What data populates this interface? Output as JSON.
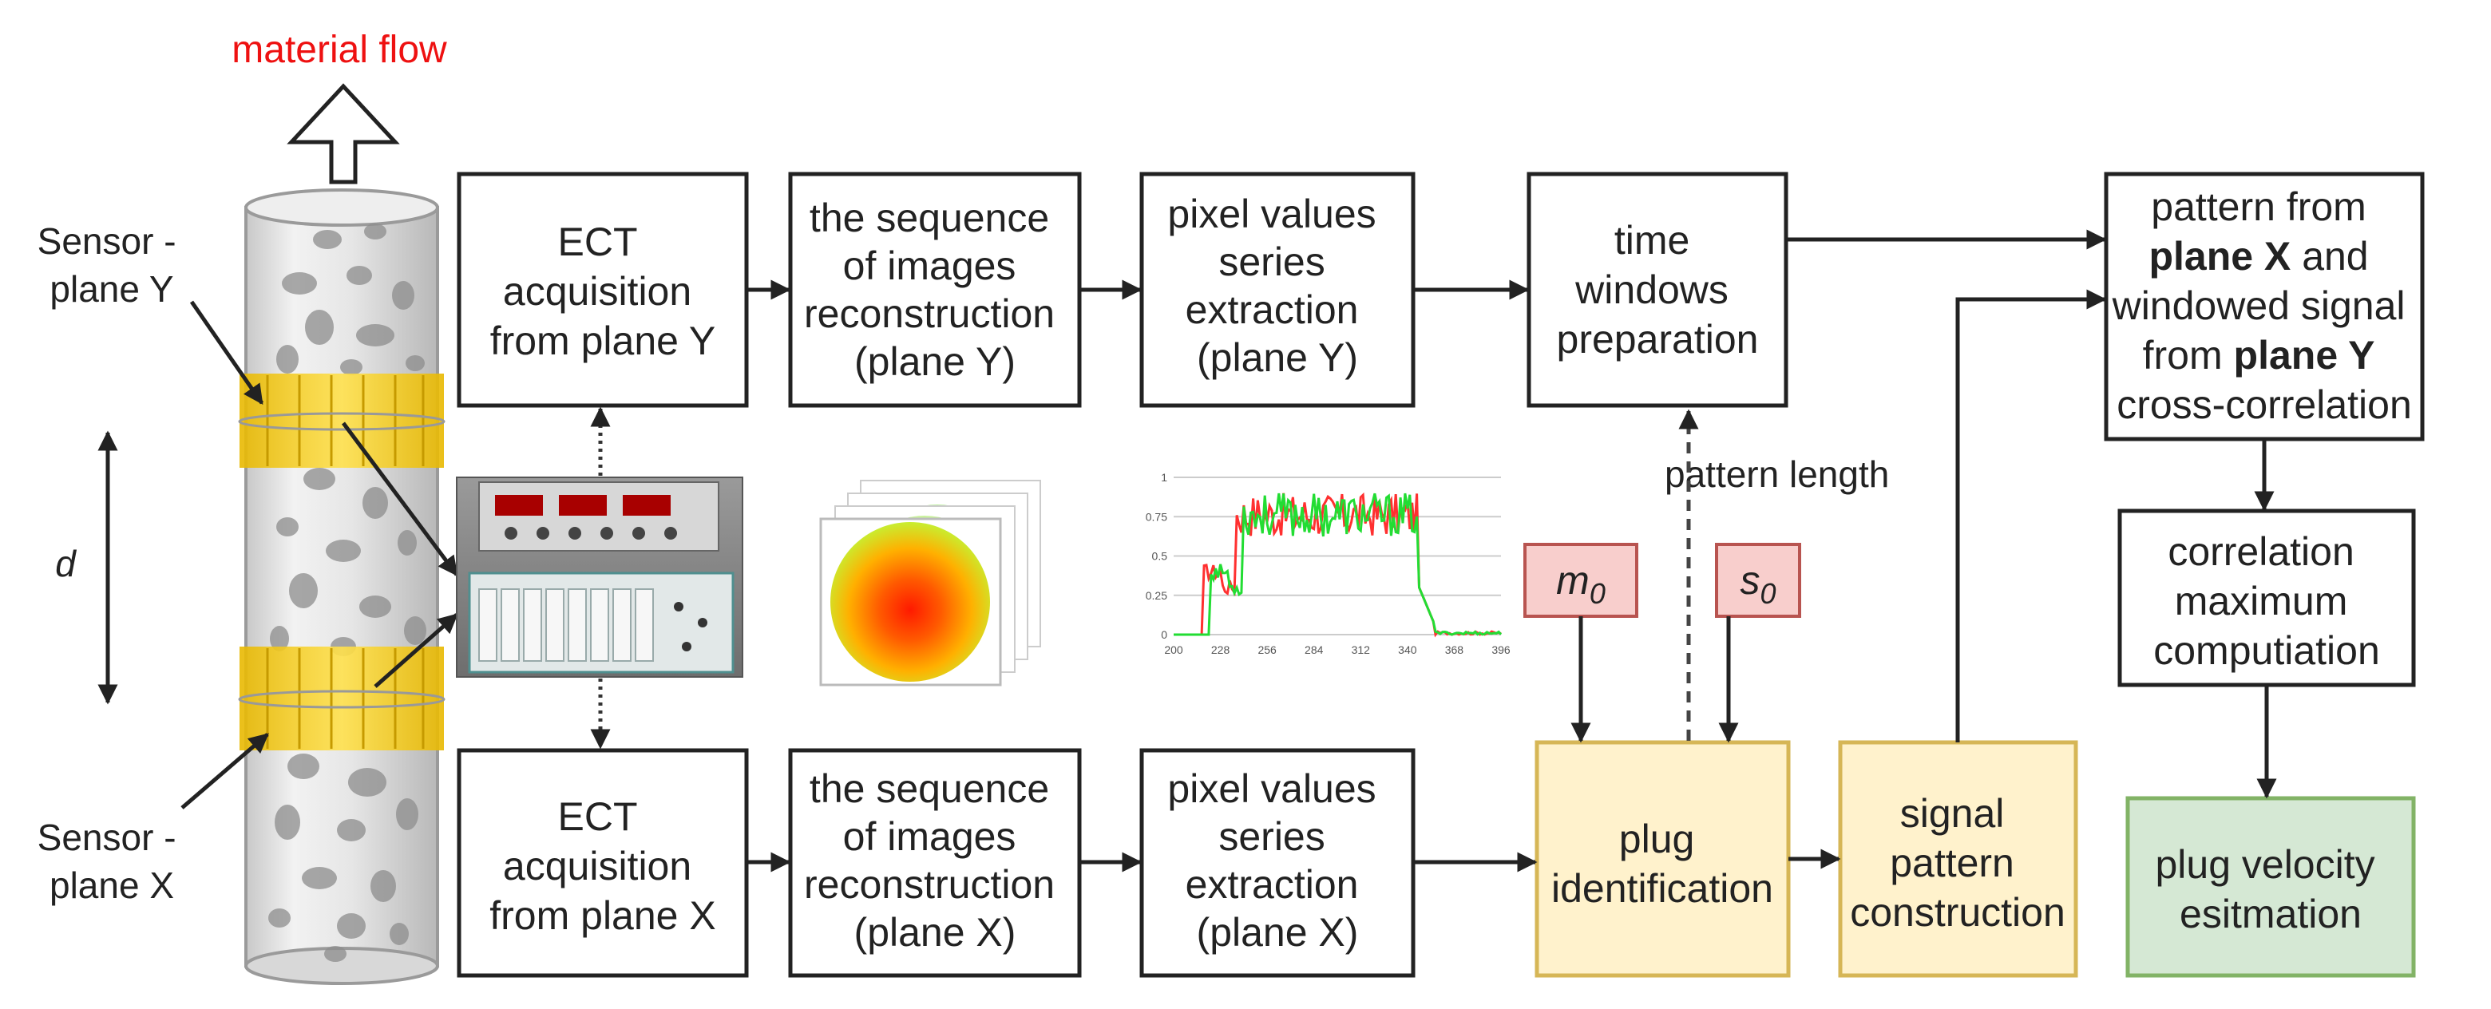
{
  "labels": {
    "material_flow": "material flow",
    "sensor_y_line1": "Sensor -",
    "sensor_y_line2": "plane Y",
    "sensor_x_line1": "Sensor -",
    "sensor_x_line2": "plane X",
    "distance": "d",
    "pattern_length": "pattern length"
  },
  "params": {
    "m0_base": "m",
    "m0_sub": "0",
    "s0_base": "s",
    "s0_sub": "0"
  },
  "nodes": {
    "ect_y": [
      "ECT",
      "acquisition",
      "from plane Y"
    ],
    "recon_y": [
      "the sequence",
      "of images",
      "reconstruction",
      "(plane Y)"
    ],
    "pixel_y": [
      "pixel values",
      "series",
      "extraction",
      "(plane Y)"
    ],
    "time_windows": [
      "time",
      "windows",
      "preparation"
    ],
    "xcorr": {
      "l1": "pattern from",
      "l2_bold": "plane X",
      "l2_rest": " and",
      "l3": "windowed signal",
      "l4_rest": "from ",
      "l4_bold": "plane Y",
      "l5": "cross-correlation"
    },
    "corr_max": [
      "correlation",
      "maximum",
      "computiation"
    ],
    "ect_x": [
      "ECT",
      "acquisition",
      "from plane X"
    ],
    "recon_x": [
      "the sequence",
      "of images",
      "reconstruction",
      "(plane X)"
    ],
    "pixel_x": [
      "pixel values",
      "series",
      "extraction",
      "(plane X)"
    ],
    "plug_id": [
      "plug",
      "identification"
    ],
    "signal_pattern": [
      "signal",
      "pattern",
      "construction"
    ],
    "velocity": [
      "plug velocity",
      "esitmation"
    ]
  },
  "plot": {
    "y_ticks": [
      "1",
      "0.75",
      "0.5",
      "0.25",
      "0"
    ],
    "x_ticks": [
      "200",
      "228",
      "256",
      "284",
      "312",
      "340",
      "368",
      "396"
    ]
  },
  "colors": {
    "accent_red": "#ee1111",
    "sensor_yellow": "#ffd600",
    "plug_fill": "#fff2cc",
    "velocity_fill": "#d5e8d4",
    "param_fill": "#f8cecc"
  }
}
